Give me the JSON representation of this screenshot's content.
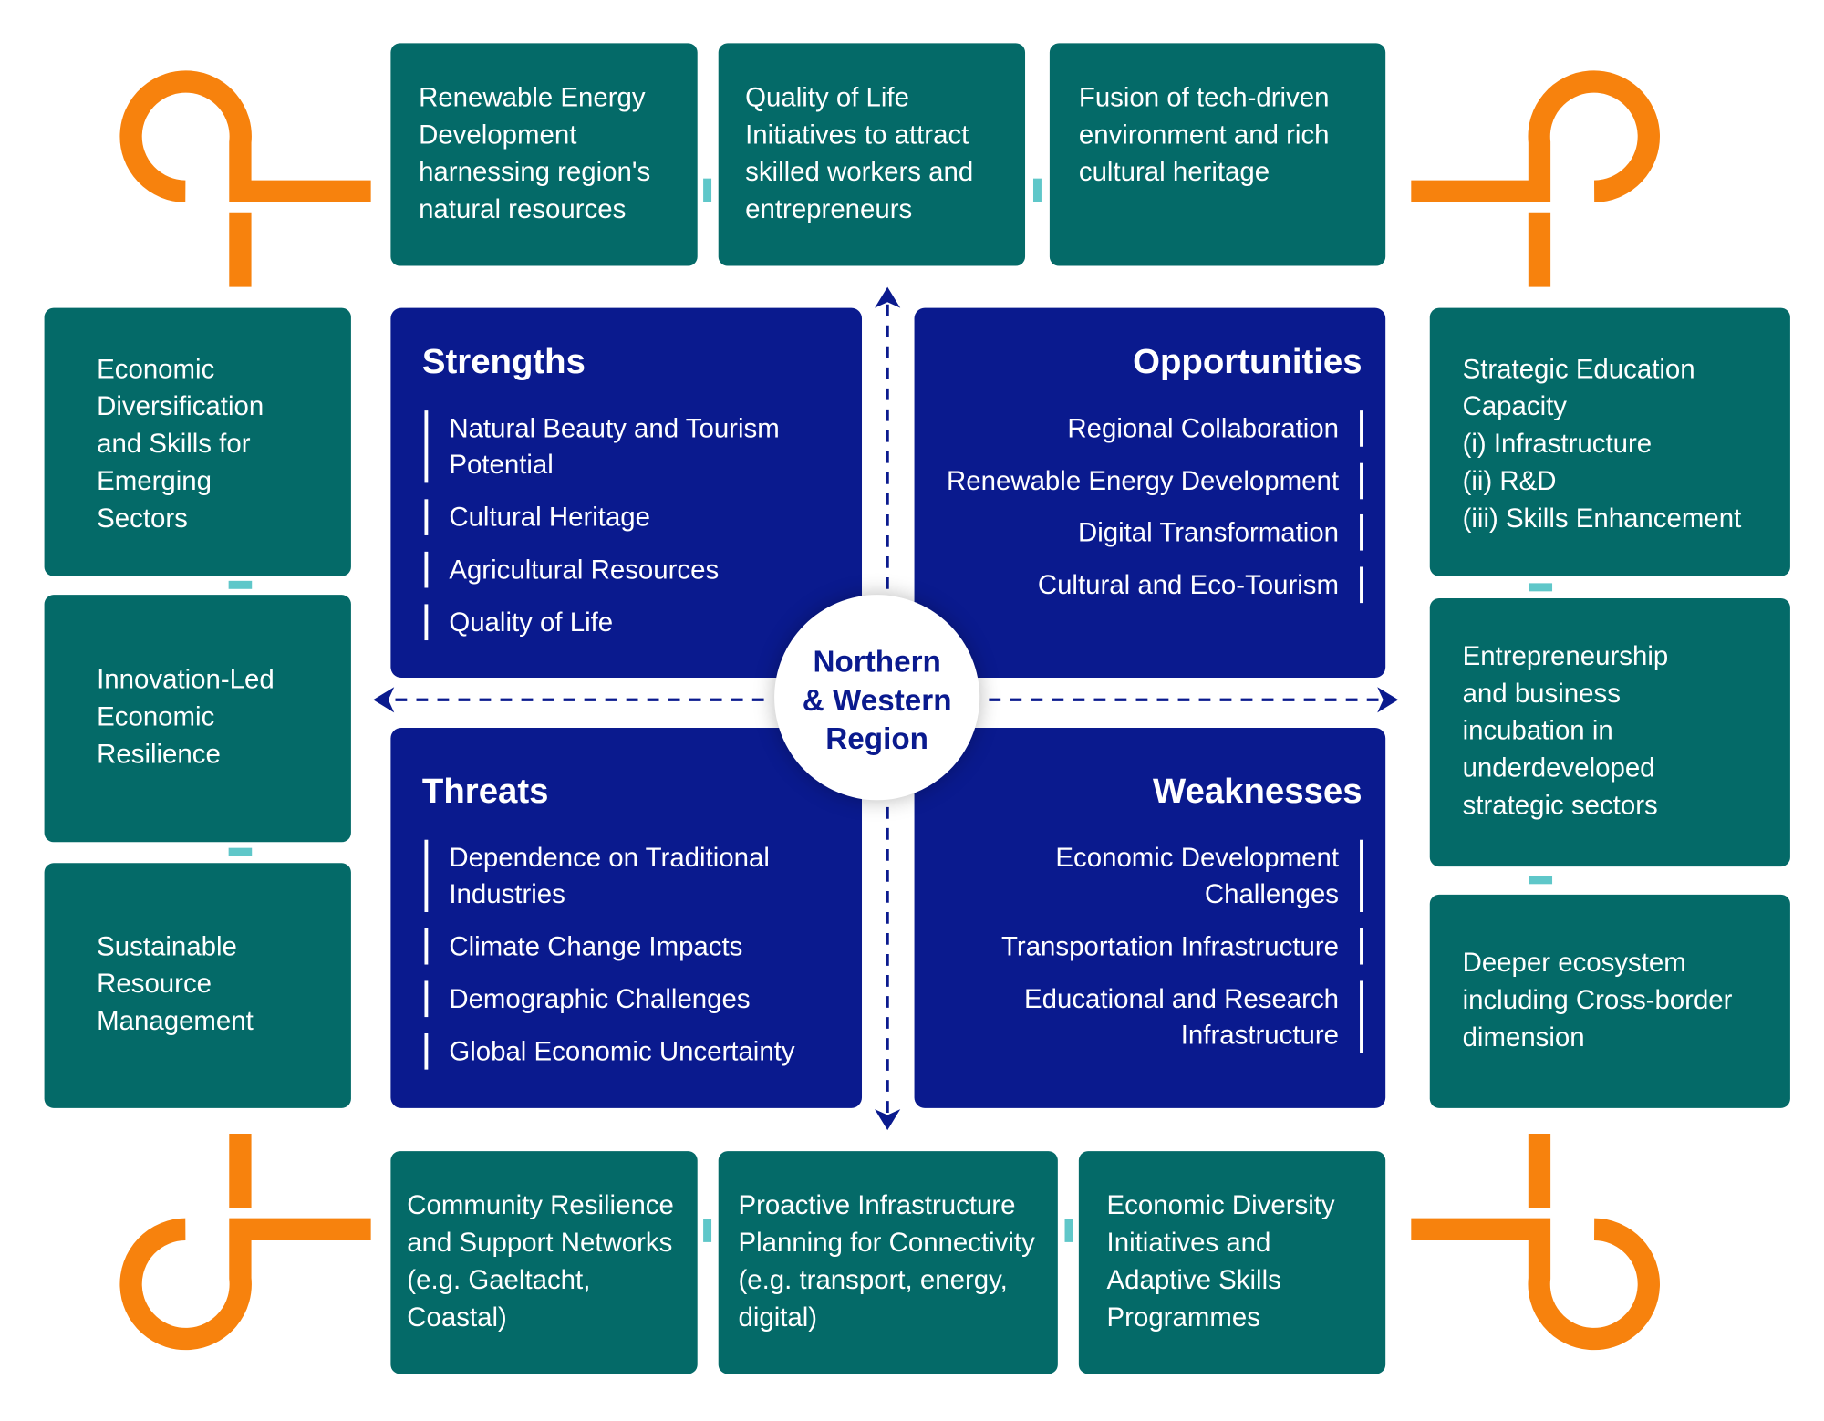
{
  "colors": {
    "teal_box": "#046a68",
    "quadrant_blue": "#0a1a8e",
    "loop_orange": "#f7820d",
    "connector_cyan": "#5fc7c9",
    "text_white": "#ffffff"
  },
  "center": {
    "lines": [
      "Northern",
      "& Western",
      "Region"
    ]
  },
  "quadrants": {
    "strengths": {
      "title": "Strengths",
      "items": [
        [
          "Natural Beauty and Tourism",
          "Potential"
        ],
        [
          "Cultural Heritage"
        ],
        [
          "Agricultural Resources"
        ],
        [
          "Quality of Life"
        ]
      ]
    },
    "opportunities": {
      "title": "Opportunities",
      "items": [
        [
          "Regional Collaboration"
        ],
        [
          "Renewable Energy Development"
        ],
        [
          "Digital Transformation"
        ],
        [
          "Cultural and Eco-Tourism"
        ]
      ]
    },
    "threats": {
      "title": "Threats",
      "items": [
        [
          "Dependence on Traditional",
          "Industries"
        ],
        [
          "Climate Change Impacts"
        ],
        [
          "Demographic Challenges"
        ],
        [
          "Global Economic Uncertainty"
        ]
      ]
    },
    "weaknesses": {
      "title": "Weaknesses",
      "items": [
        [
          "Economic Development",
          "Challenges"
        ],
        [
          "Transportation Infrastructure"
        ],
        [
          "Educational and Research",
          "Infrastructure"
        ]
      ]
    }
  },
  "top_boxes": [
    {
      "lines": [
        "Renewable Energy",
        "Development",
        "harnessing region's",
        "natural resources"
      ]
    },
    {
      "lines": [
        "Quality of Life",
        "Initiatives to attract",
        "skilled workers and",
        "entrepreneurs"
      ]
    },
    {
      "lines": [
        "Fusion of  tech-driven",
        "environment and rich",
        "cultural heritage"
      ]
    }
  ],
  "bottom_boxes": [
    {
      "lines": [
        "Community Resilience",
        "and Support Networks",
        "(e.g. Gaeltacht,",
        "Coastal)"
      ]
    },
    {
      "lines": [
        "Proactive Infrastructure",
        "Planning for  Connectivity",
        "(e.g. transport, energy,",
        "digital)"
      ]
    },
    {
      "lines": [
        "Economic Diversity",
        "Initiatives and",
        "Adaptive Skills",
        "Programmes"
      ]
    }
  ],
  "left_boxes": [
    {
      "lines": [
        "Economic",
        "Diversification",
        "and Skills for",
        "Emerging",
        "Sectors"
      ]
    },
    {
      "lines": [
        "Innovation-Led",
        "Economic",
        "Resilience"
      ]
    },
    {
      "lines": [
        "Sustainable",
        "Resource",
        "Management"
      ]
    }
  ],
  "right_boxes": [
    {
      "lines": [
        "Strategic Education",
        "Capacity",
        "(i) Infrastructure",
        "(ii) R&D",
        "(iii) Skills Enhancement"
      ]
    },
    {
      "lines": [
        "Entrepreneurship",
        "and business",
        "incubation in",
        "underdeveloped",
        "strategic sectors"
      ]
    },
    {
      "lines": [
        "Deeper ecosystem",
        "including Cross-border",
        "dimension"
      ]
    }
  ]
}
